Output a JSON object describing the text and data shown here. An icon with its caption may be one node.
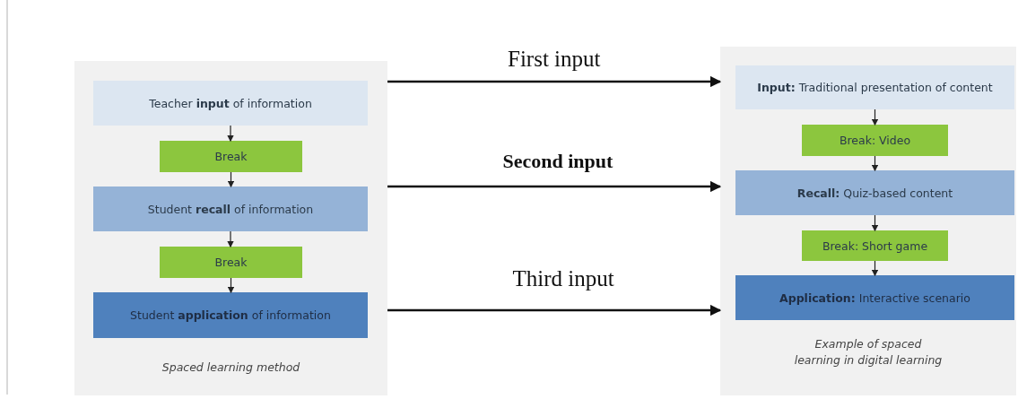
{
  "diagram": {
    "nodes": [
      {
        "text": [
          "Spaced learning method"
        ]
      },
      {
        "text": [
          "Teacher **input** of information"
        ],
        "in": 0
      },
      {
        "text": [
          "Break"
        ],
        "in": 0
      },
      {
        "text": [
          "Student **recall** of information"
        ],
        "in": 0
      },
      {
        "text": [
          "Break"
        ],
        "in": 0
      },
      {
        "text": [
          "Student **application** of information"
        ],
        "in": 0
      },
      {
        "text": [
          "Example of spaced learning in digital learning"
        ]
      },
      {
        "text": [
          "**Input:** Traditional presentation of content"
        ],
        "in": 6
      },
      {
        "text": [
          "Break: Video"
        ],
        "in": 6
      },
      {
        "text": [
          "**Recall:** Quiz-based content"
        ],
        "in": 6
      },
      {
        "text": [
          "Break: Short game"
        ],
        "in": 6
      },
      {
        "text": [
          "**Application:** Interactive scenario"
        ],
        "in": 6
      }
    ],
    "edges": [
      {
        "from": 1,
        "to": 2,
        "arrow": "to"
      },
      {
        "from": 2,
        "to": 3,
        "arrow": "to"
      },
      {
        "from": 3,
        "to": 4,
        "arrow": "to"
      },
      {
        "from": 4,
        "to": 5,
        "arrow": "to"
      },
      {
        "from": 7,
        "to": 8,
        "arrow": "to"
      },
      {
        "from": 8,
        "to": 9,
        "arrow": "to"
      },
      {
        "from": 9,
        "to": 10,
        "arrow": "to"
      },
      {
        "from": 10,
        "to": 11,
        "arrow": "to"
      },
      {
        "from": 0,
        "to": 6,
        "label": "First input",
        "arrow": "to"
      },
      {
        "from": 0,
        "to": 6,
        "label": "Second input",
        "arrow": "to"
      },
      {
        "from": 0,
        "to": 6,
        "label": "Third input",
        "arrow": "to"
      }
    ]
  }
}
